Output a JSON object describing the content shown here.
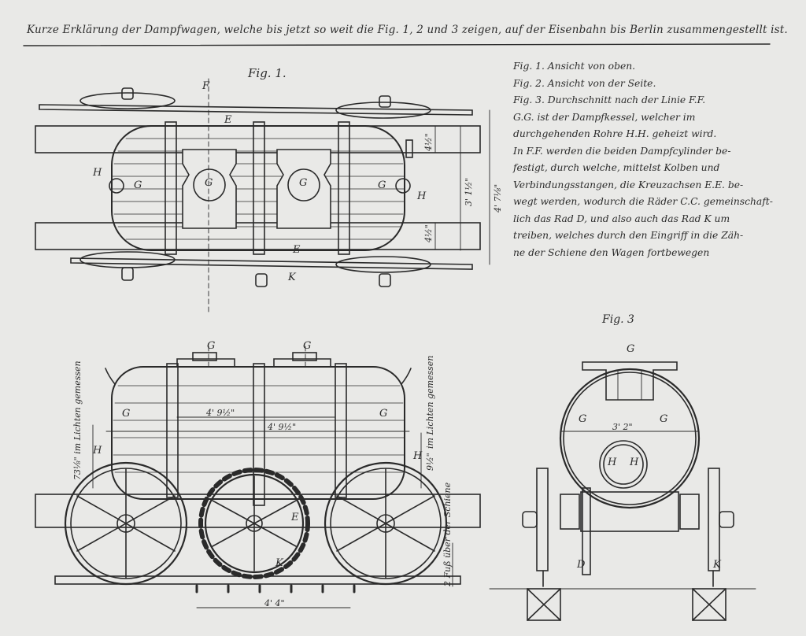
{
  "title": "Kurze Erklärung der Dampfwagen, welche bis jetzt so weit die Fig. 1, 2 und 3 zeigen, auf der Eisenbahn bis Berlin zusammengestellt ist.",
  "figures": {
    "fig1": "Fig. 1.",
    "fig3": "Fig. 3"
  },
  "legend": [
    "Fig. 1. Ansicht von oben.",
    "Fig. 2. Ansicht von der Seite.",
    "Fig. 3. Durchschnitt nach der Linie F.F.",
    "G.G. ist der Dampfkessel, welcher im",
    "durchgehenden Rohre H.H. geheizt wird.",
    "In F.F. werden die beiden Dampfcylinder be-",
    "festigt, durch welche, mittelst Kolben und",
    "Verbindungsstangen, die Kreuzachsen E.E. be-",
    "wegt werden, wodurch die Räder C.C. gemeinschaft-",
    "lich das Rad D, und also auch das Rad K um",
    "treiben, welches durch den Eingriff in die Zäh-",
    "ne der Schiene den Wagen fortbewegen"
  ],
  "labels": {
    "F": "F",
    "G": "G",
    "H": "H",
    "E": "E",
    "K": "K",
    "D": "D"
  },
  "dimensions": {
    "fig1_width_outer": "4' 7⅛\"",
    "fig1_width_inner": "3' 1½\"",
    "fig1_top_a": "4½\"",
    "fig1_top_b": "4½\"",
    "fig2_len_a": "4' 9½\"",
    "fig2_len_b": "4' 9½\"",
    "fig2_bottom": "4' 4\"",
    "fig2_left_v": "73⅛\" im Lichten gemessen",
    "fig2_right_v": "im Lichten gemessen",
    "fig2_right_small": "9½\"",
    "fig2_bottom_right": "2 Fuß über der Schiene",
    "fig3_diam": "3' 2\""
  }
}
